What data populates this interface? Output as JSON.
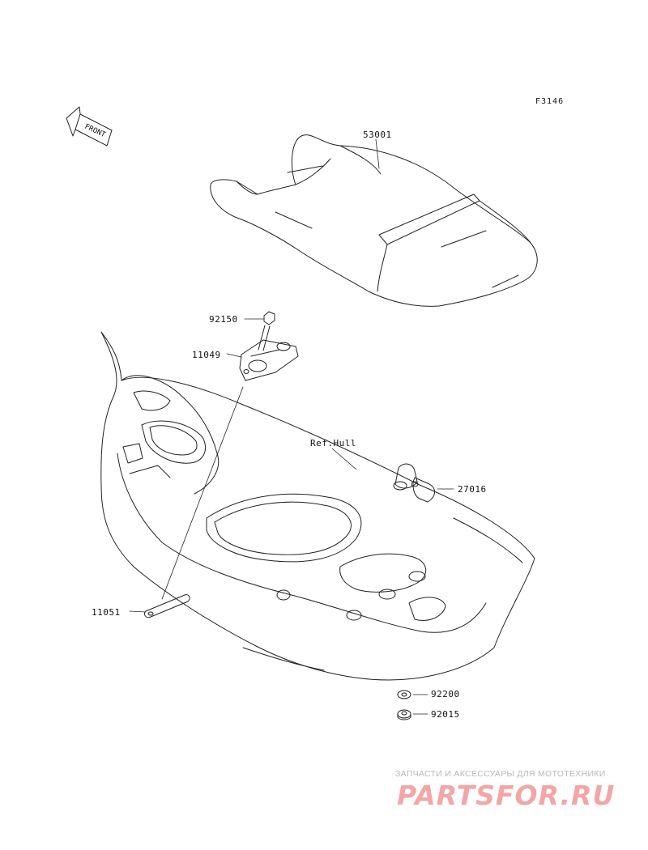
{
  "figure_code": "F3146",
  "front_label": "FRONT",
  "parts": {
    "seat": "53001",
    "bolt": "92150",
    "bracket": "11049",
    "hull_ref": "Ref.Hull",
    "knob": "27016",
    "strap": "11051",
    "washer": "92200",
    "nut": "92015"
  },
  "watermark": {
    "tagline": "ЗАПЧАСТИ И АКСЕССУАРЫ ДЛЯ МОТОТЕХНИКИ",
    "brand": "PARTSFOR.RU"
  },
  "colors": {
    "line": "#222222",
    "watermark_brand": "#f3a6a6",
    "watermark_text": "#b9b9b9"
  }
}
